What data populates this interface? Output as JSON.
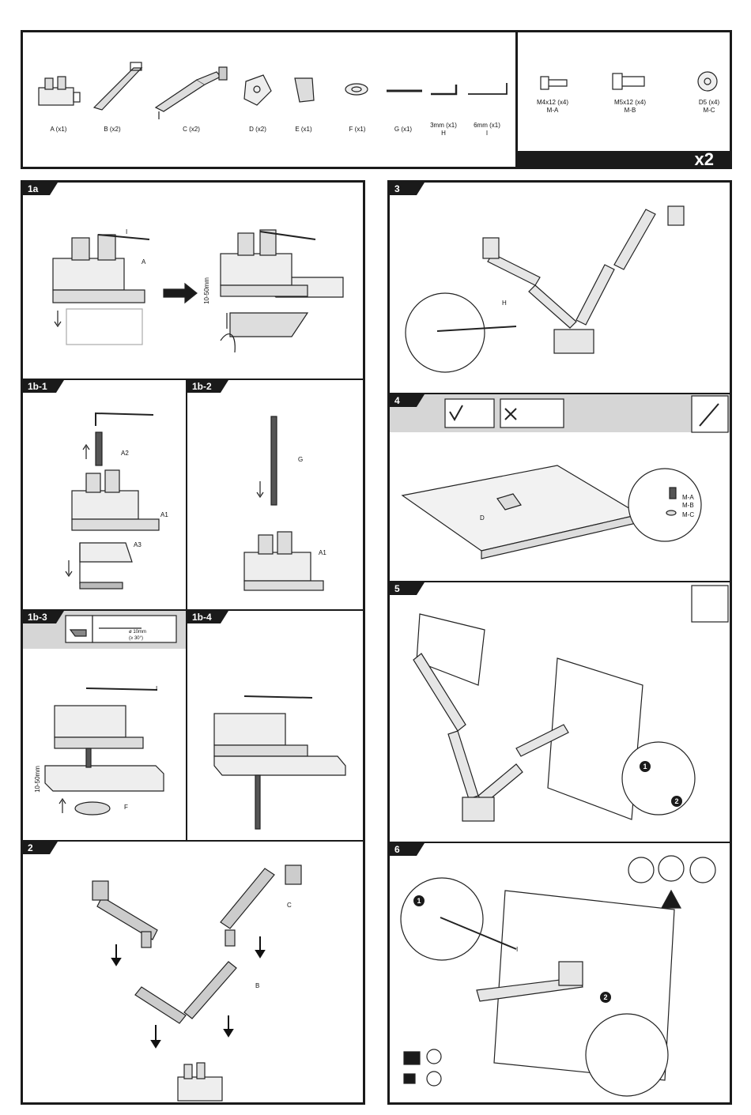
{
  "parts": [
    {
      "name": "A (x1)"
    },
    {
      "name": "B (x2)"
    },
    {
      "name": "C (x2)"
    },
    {
      "name": "D (x2)"
    },
    {
      "name": "E (x1)"
    },
    {
      "name": "F (x1)"
    },
    {
      "name": "G (x1)"
    },
    {
      "name": "3mm (x1)",
      "sub": "H"
    },
    {
      "name": "6mm (x1)",
      "sub": "I"
    }
  ],
  "screws": [
    {
      "size": "M4x12 (x4)",
      "code": "M-A"
    },
    {
      "size": "M5x12 (x4)",
      "code": "M-B"
    },
    {
      "size": "D5 (x4)",
      "code": "M-C"
    }
  ],
  "screw_multiplier": "x2",
  "steps": {
    "s1a": "1a",
    "s1b1": "1b-1",
    "s1b2": "1b-2",
    "s1b3": "1b-3",
    "s1b4": "1b-4",
    "s2": "2",
    "s3": "3",
    "s4": "4",
    "s5": "5",
    "s6": "6"
  },
  "callouts": {
    "I": "I",
    "A": "A",
    "range": "10-50mm",
    "A2": "A2",
    "A1": "A1",
    "A3": "A3",
    "G": "G",
    "F": "F",
    "C": "C",
    "B": "B",
    "H": "H",
    "D": "D",
    "MA": "M-A",
    "MB": "M-B",
    "MC": "M-C",
    "drill1": "ø 10mm",
    "drill2": "(≥ 30°)"
  },
  "numbers": {
    "one": "1",
    "two": "2"
  }
}
